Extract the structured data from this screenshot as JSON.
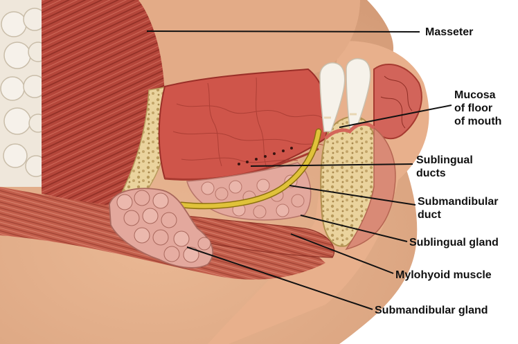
{
  "labels": {
    "masseter": "Masseter",
    "mucosa": [
      "Mucosa",
      "of floor",
      "of mouth"
    ],
    "sublingual_ducts": [
      "Sublingual",
      "ducts"
    ],
    "submandibular_duct": [
      "Submandibular",
      "duct"
    ],
    "sublingual_gland": "Sublingual gland",
    "mylohyoid": "Mylohyoid muscle",
    "submandibular_gland": "Submandibular gland"
  },
  "colors": {
    "skin": "#e9b593",
    "skin_shadow": "#c98d6c",
    "muscle": "#b8483a",
    "muscle_dark": "#8e2d24",
    "mucosa": "#d0584c",
    "bone": "#ecd6a6",
    "gland": "#e2a69b",
    "duct": "#d6b52a",
    "tooth": "#f4efe6",
    "leader": "#111111"
  }
}
